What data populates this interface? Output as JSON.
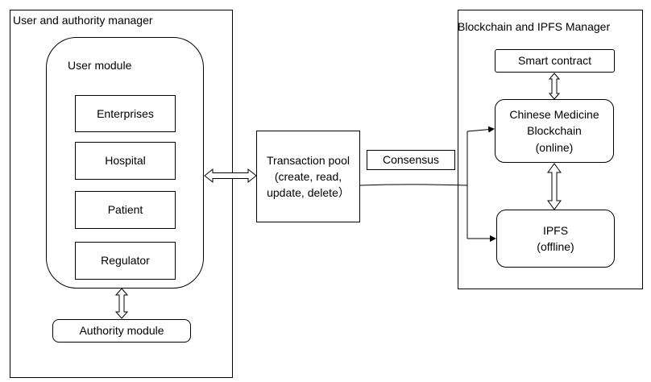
{
  "left_panel": {
    "title": "User and authority manager",
    "user_module": {
      "title": "User module",
      "items": [
        "Enterprises",
        "Hospital",
        "Patient",
        "Regulator"
      ]
    },
    "authority_module": "Authority module"
  },
  "transaction_pool": "Transaction pool\n(create, read,\nupdate, delete）",
  "consensus": "Consensus",
  "right_panel": {
    "title": "Blockchain and IPFS Manager",
    "smart_contract": "Smart contract",
    "blockchain": "Chinese Medicine\nBlockchain\n(online)",
    "ipfs": "IPFS\n(offline)"
  }
}
